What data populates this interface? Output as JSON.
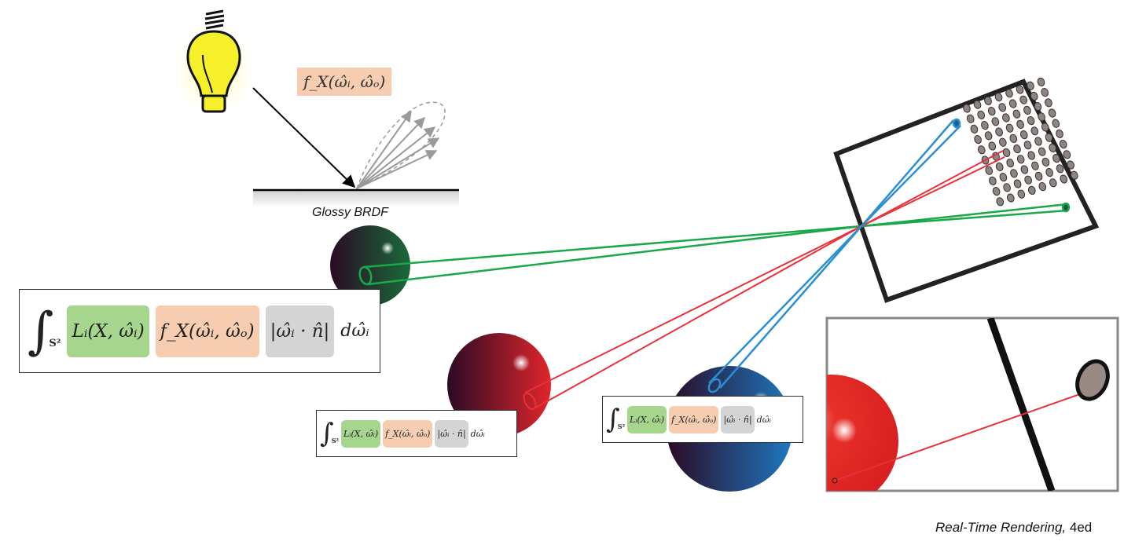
{
  "brdf": {
    "formula": "f_X(ω̂ᵢ, ω̂ₒ)",
    "label": "Glossy BRDF"
  },
  "equation": {
    "integral": "∫",
    "domain": "S²",
    "radiance": "Lᵢ(X, ω̂ᵢ)",
    "brdf": "f_X(ω̂ᵢ, ω̂ₒ)",
    "cosine": "|ω̂ᵢ · n̂|",
    "measure": "dω̂ᵢ"
  },
  "credit": {
    "title": "Real-Time Rendering,",
    "edition": " 4ed"
  },
  "colors": {
    "green_term": "#a6d58d",
    "peach_term": "#f6cdb0",
    "grey_term": "#d4d4d4",
    "ray_green": "#1aa84a",
    "ray_red": "#e8313a",
    "ray_blue": "#2a8fd0"
  },
  "icons": [
    "light-bulb-icon"
  ]
}
